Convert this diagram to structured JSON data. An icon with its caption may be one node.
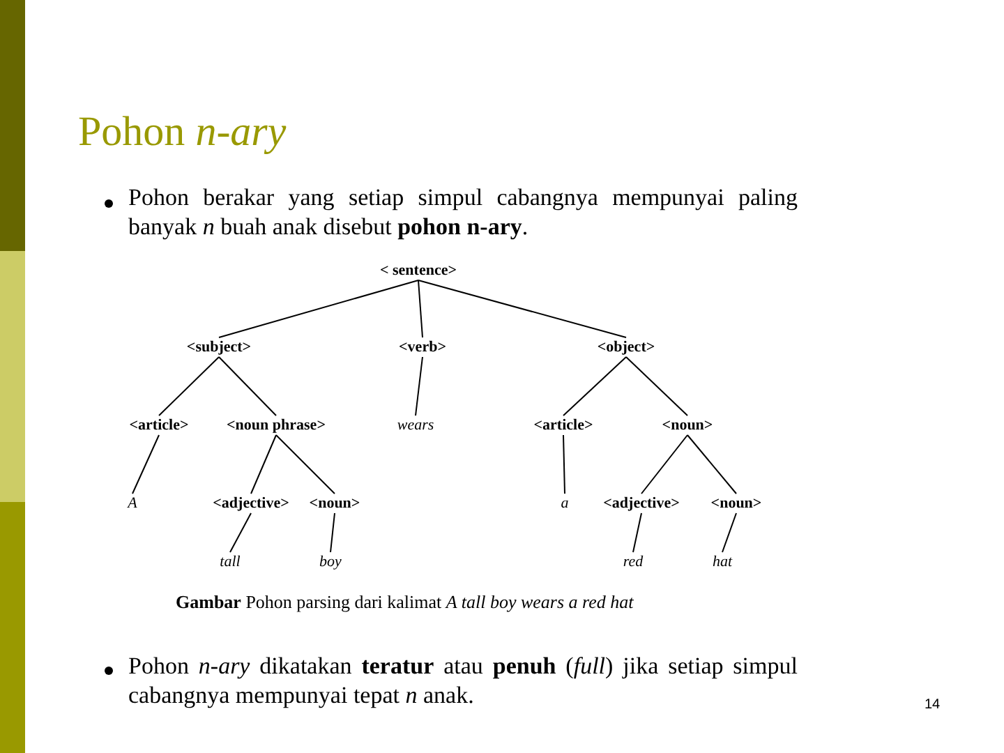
{
  "diagram": {
    "title": "Pohon *n-ary*",
    "caption": "**Gambar** Pohon parsing dari kalimat *A tall boy wears a red hat*",
    "nodes": [
      {
        "text": [
          "< sentence>"
        ]
      },
      {
        "text": [
          "<subject>"
        ]
      },
      {
        "text": [
          "<verb>"
        ]
      },
      {
        "text": [
          "<object>"
        ]
      },
      {
        "text": [
          "<article>"
        ]
      },
      {
        "text": [
          "<noun phrase>"
        ]
      },
      {
        "text": [
          "wears"
        ]
      },
      {
        "text": [
          "<article>"
        ]
      },
      {
        "text": [
          "<noun>"
        ]
      },
      {
        "text": [
          "A"
        ]
      },
      {
        "text": [
          "<adjective>"
        ]
      },
      {
        "text": [
          "<noun>"
        ]
      },
      {
        "text": [
          "a"
        ]
      },
      {
        "text": [
          "<adjective>"
        ]
      },
      {
        "text": [
          "<noun>"
        ]
      },
      {
        "text": [
          "tall"
        ]
      },
      {
        "text": [
          "boy"
        ]
      },
      {
        "text": [
          "red"
        ]
      },
      {
        "text": [
          "hat"
        ]
      }
    ],
    "edges": [
      {
        "from": 0,
        "to": 1,
        "arrow": "none"
      },
      {
        "from": 0,
        "to": 2,
        "arrow": "none"
      },
      {
        "from": 0,
        "to": 3,
        "arrow": "none"
      },
      {
        "from": 1,
        "to": 4,
        "arrow": "none"
      },
      {
        "from": 1,
        "to": 5,
        "arrow": "none"
      },
      {
        "from": 2,
        "to": 6,
        "arrow": "none"
      },
      {
        "from": 3,
        "to": 7,
        "arrow": "none"
      },
      {
        "from": 3,
        "to": 8,
        "arrow": "none"
      },
      {
        "from": 4,
        "to": 9,
        "arrow": "none"
      },
      {
        "from": 5,
        "to": 10,
        "arrow": "none"
      },
      {
        "from": 5,
        "to": 11,
        "arrow": "none"
      },
      {
        "from": 7,
        "to": 12,
        "arrow": "none"
      },
      {
        "from": 8,
        "to": 13,
        "arrow": "none"
      },
      {
        "from": 8,
        "to": 14,
        "arrow": "none"
      },
      {
        "from": 10,
        "to": 15,
        "arrow": "none"
      },
      {
        "from": 11,
        "to": 16,
        "arrow": "none"
      },
      {
        "from": 13,
        "to": 17,
        "arrow": "none"
      },
      {
        "from": 14,
        "to": 18,
        "arrow": "none"
      }
    ],
    "labels": [
      "Pohon berakar yang setiap simpul cabangnya mempunyai paling banyak *n* buah anak disebut **pohon n-ary**.",
      "Pohon *n-ary* dikatakan **teratur** atau **penuh** (*full*) jika setiap simpul cabangnya mempunyai tepat *n* anak.",
      "14"
    ]
  }
}
